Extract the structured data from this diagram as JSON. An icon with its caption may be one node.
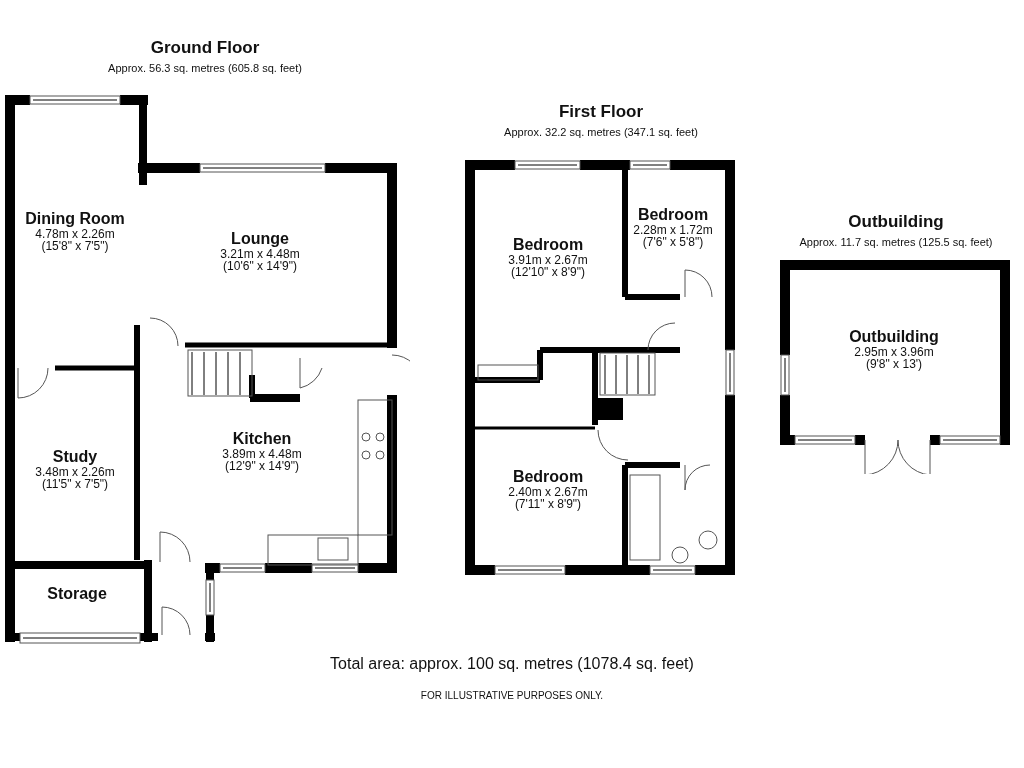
{
  "diagram": {
    "caption": "Total area: approx. 100 sq. metres (1078.4 sq. feet)",
    "nodes": [
      {
        "text": [
          "Ground Floor",
          "Approx. 56.3 sq. metres (605.8 sq. feet)"
        ]
      },
      {
        "text": [
          "Dining Room",
          "4.78m x 2.26m",
          "(15'8\" x 7'5\")"
        ],
        "in": 0
      },
      {
        "text": [
          "Lounge",
          "3.21m x 4.48m",
          "(10'6\" x 14'9\")"
        ],
        "in": 0
      },
      {
        "text": [
          "Study",
          "3.48m x 2.26m",
          "(11'5\" x 7'5\")"
        ],
        "in": 0
      },
      {
        "text": [
          "Kitchen",
          "3.89m x 4.48m",
          "(12'9\" x 14'9\")"
        ],
        "in": 0
      },
      {
        "text": [
          "Storage"
        ],
        "in": 0
      },
      {
        "text": [
          "First Floor",
          "Approx. 32.2 sq. metres (347.1 sq. feet)"
        ]
      },
      {
        "text": [
          "Bedroom",
          "3.91m x 2.67m",
          "(12'10\" x 8'9\")"
        ],
        "in": 6
      },
      {
        "text": [
          "Bedroom",
          "2.28m x 1.72m",
          "(7'6\" x 5'8\")"
        ],
        "in": 6
      },
      {
        "text": [
          "Bedroom",
          "2.40m x 2.67m",
          "(7'11\" x 8'9\")"
        ],
        "in": 6
      },
      {
        "text": [
          "Outbuilding",
          "Approx. 11.7 sq. metres (125.5 sq. feet)"
        ]
      },
      {
        "text": [
          "Outbuilding",
          "2.95m x 3.96m",
          "(9'8\" x 13')"
        ],
        "in": 10
      }
    ],
    "edges": [],
    "labels": [
      "FOR ILLUSTRATIVE PURPOSES ONLY."
    ]
  }
}
